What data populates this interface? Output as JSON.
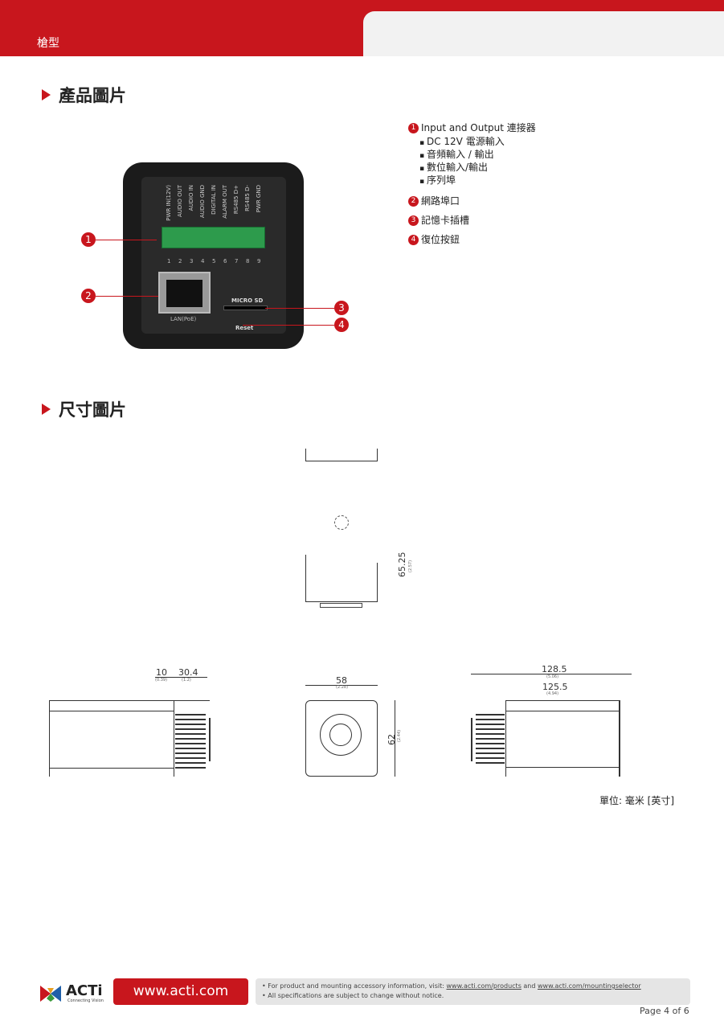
{
  "header": {
    "title": "槍型"
  },
  "sections": {
    "product": "產品圖片",
    "dimensions": "尺寸圖片"
  },
  "legend": [
    {
      "n": "1",
      "label": "Input and Output 連接器",
      "sub": [
        "DC 12V 電源輸入",
        "音頻輸入 / 輸出",
        "數位輸入/輸出",
        "序列埠"
      ]
    },
    {
      "n": "2",
      "label": "網路埠口"
    },
    {
      "n": "3",
      "label": "記憶卡插槽"
    },
    {
      "n": "4",
      "label": "復位按鈕"
    }
  ],
  "camera": {
    "terminal_labels": [
      "PWR IN(12V)",
      "AUDIO OUT",
      "AUDIO IN",
      "AUDIO GND",
      "DIGITAL IN",
      "ALARM OUT",
      "RS485 D+",
      "RS485 D-",
      "PWR GND"
    ],
    "pins": [
      "1",
      "2",
      "3",
      "4",
      "5",
      "6",
      "7",
      "8",
      "9"
    ],
    "lan": "LAN(PoE)",
    "microsd": "MICRO SD",
    "reset": "Reset"
  },
  "dims": {
    "top_h": "65.25",
    "top_h_in": "(2.57)",
    "side_a": "10",
    "side_a_in": "(0.39)",
    "side_b": "30.4",
    "side_b_in": "(1.2)",
    "front_w": "58",
    "front_w_in": "(2.28)",
    "front_h": "62",
    "front_h_in": "(2.44)",
    "len_total": "128.5",
    "len_total_in": "(5.06)",
    "len_body": "125.5",
    "len_body_in": "(4.94)",
    "units": "單位: 毫米 [英寸]"
  },
  "footer": {
    "brand": "ACTi",
    "tagline": "Connecting Vision",
    "url": "www.acti.com",
    "note1_pre": "• For product and mounting accessory information, visit: ",
    "link1": "www.acti.com/products",
    "and": " and ",
    "link2": "www.acti.com/mountingselector",
    "note2": "• All specifications are subject to change without notice.",
    "page": "Page 4 of 6"
  }
}
